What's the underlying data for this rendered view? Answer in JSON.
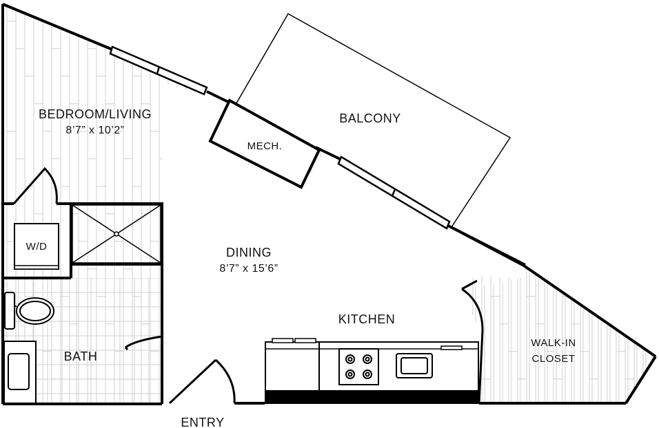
{
  "rooms": {
    "bedroom_living": {
      "name": "BEDROOM/LIVING",
      "dims": "8’7” x 10’2”"
    },
    "balcony": {
      "name": "BALCONY"
    },
    "mech": {
      "name": "MECH."
    },
    "dining": {
      "name": "DINING",
      "dims": "8’7” x 15’6”"
    },
    "kitchen": {
      "name": "KITCHEN"
    },
    "walk_in_closet": {
      "line1": "WALK-IN",
      "line2": "CLOSET"
    },
    "bath": {
      "name": "BATH"
    },
    "wd": {
      "name": "W/D"
    },
    "entry": {
      "name": "ENTRY"
    }
  },
  "colors": {
    "wall": "#000000",
    "floor_lines": "#cfcfcf",
    "background": "#ffffff"
  }
}
